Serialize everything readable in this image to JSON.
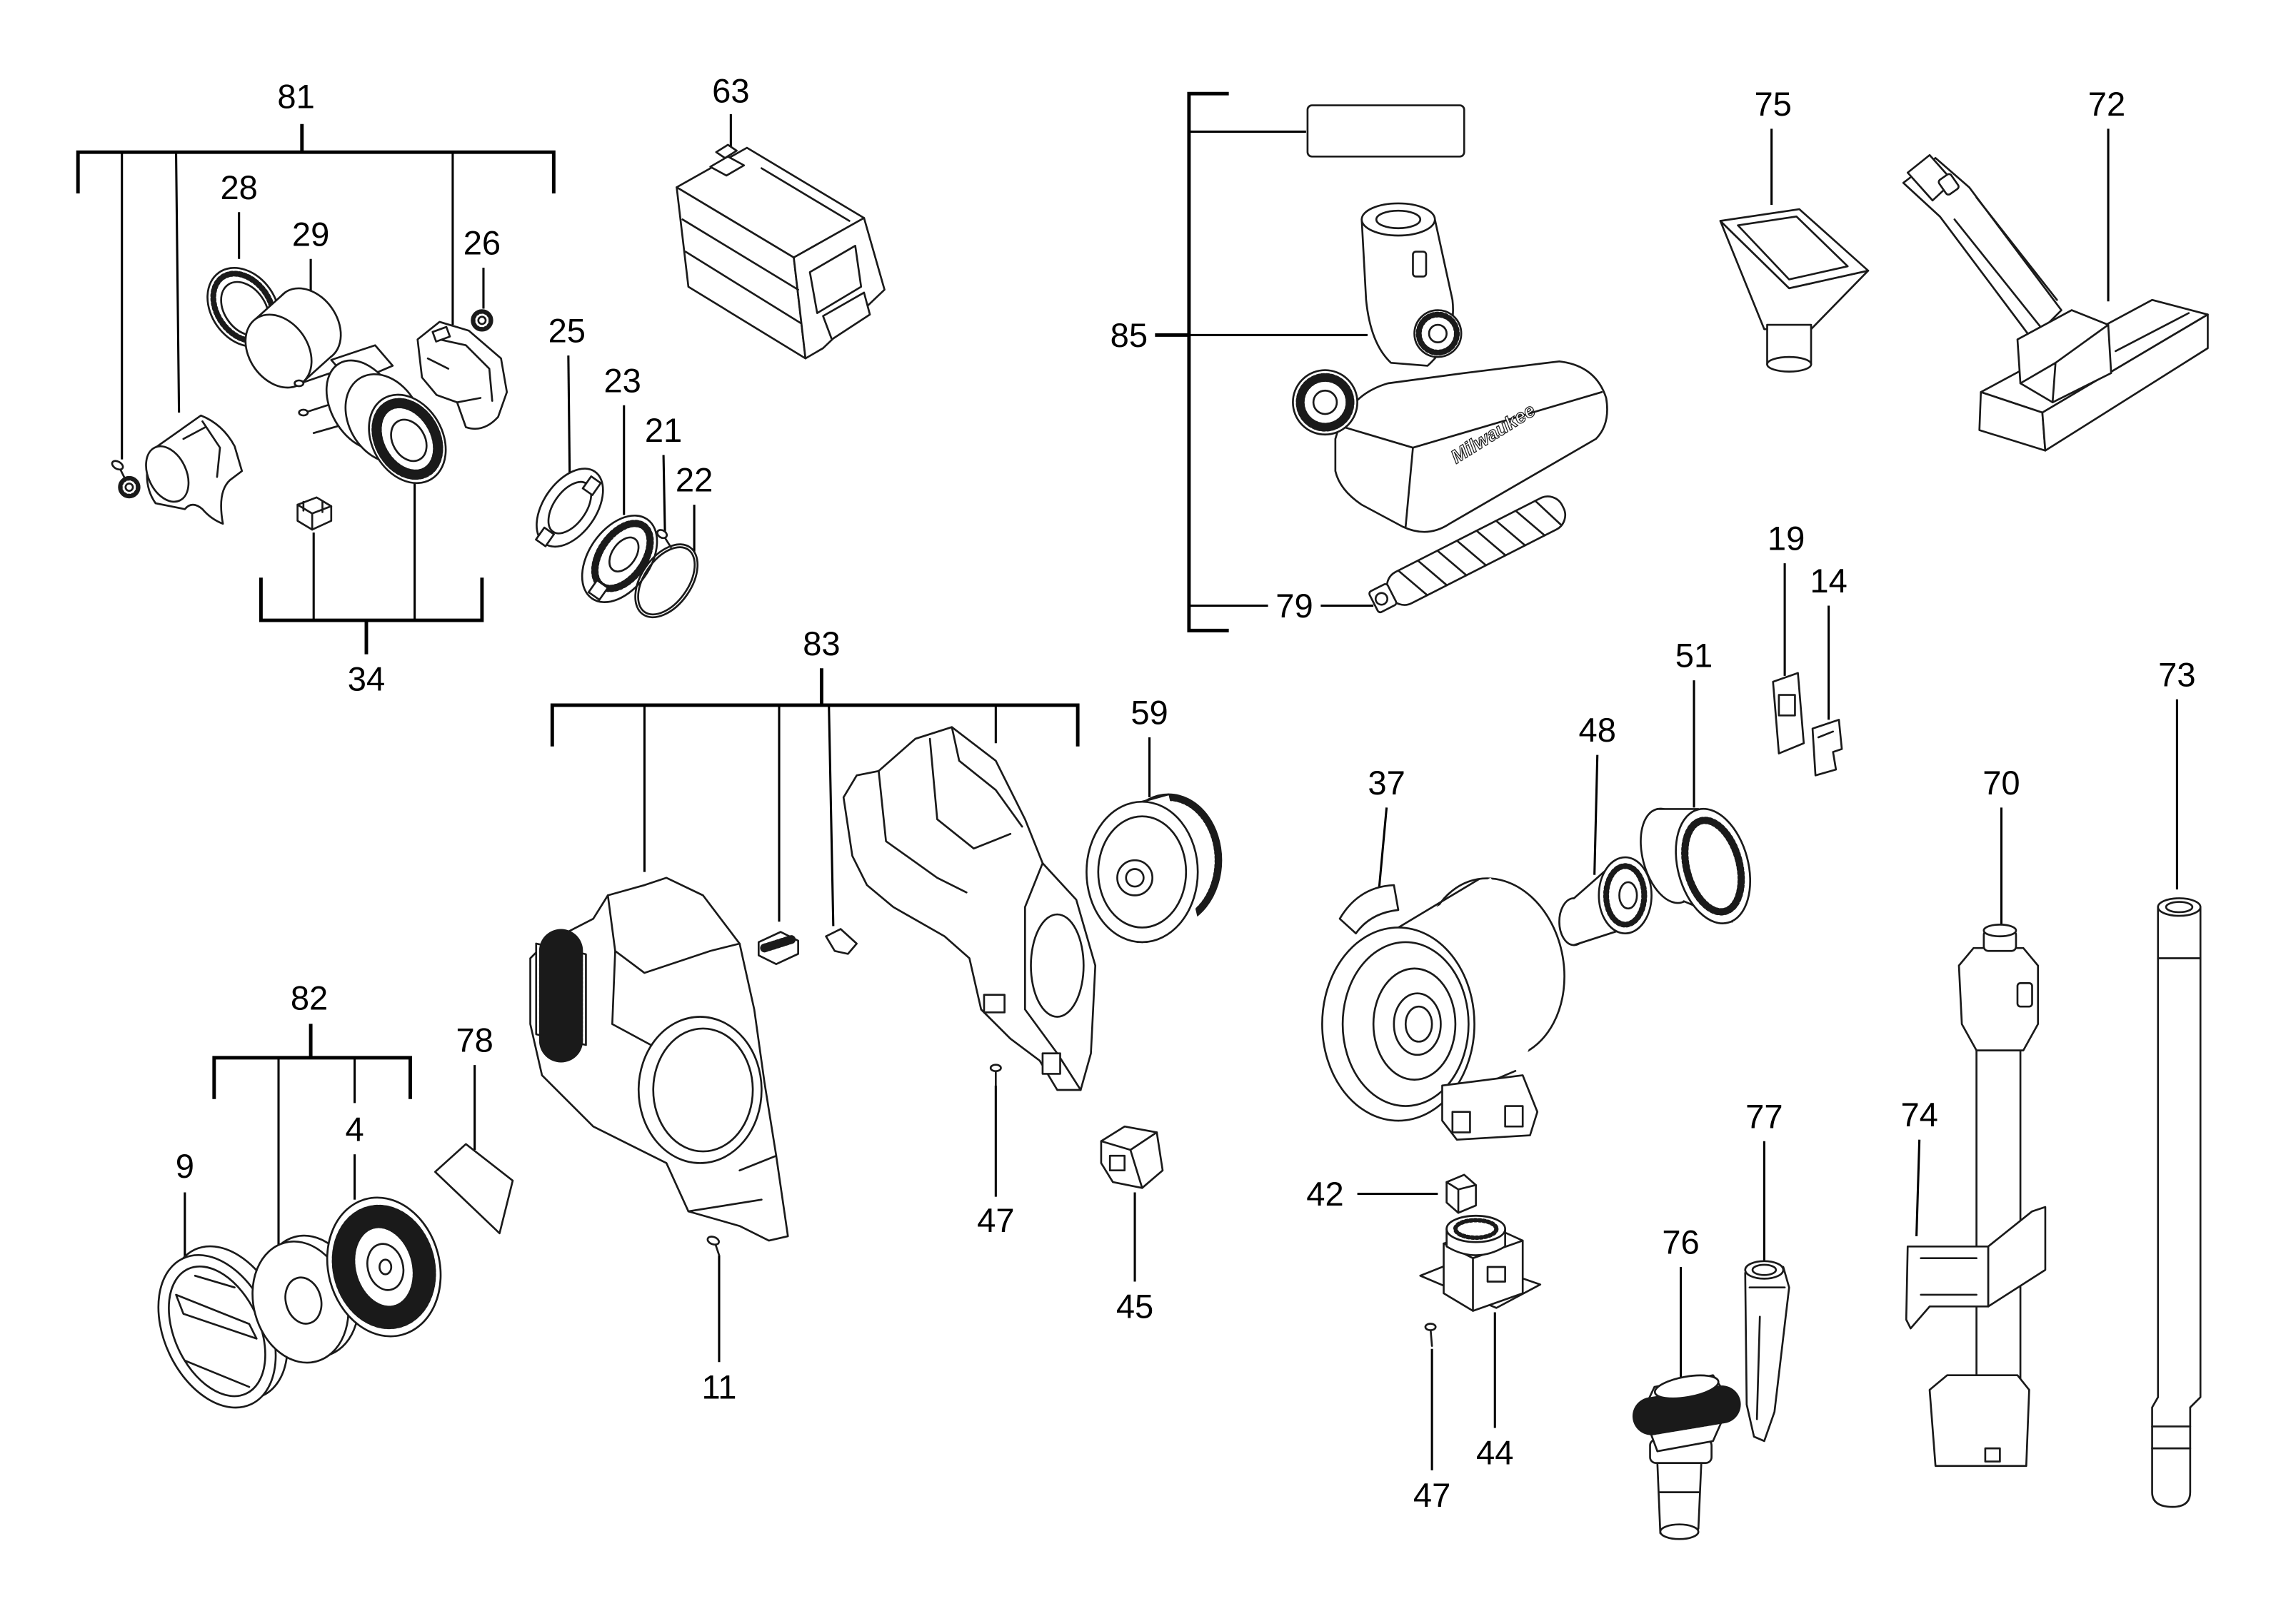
{
  "callouts": [
    "81",
    "28",
    "29",
    "26",
    "34",
    "63",
    "25",
    "23",
    "21",
    "22",
    "85",
    "79",
    "75",
    "72",
    "19",
    "14",
    "51",
    "48",
    "37",
    "73",
    "70",
    "83",
    "59",
    "82",
    "78",
    "9",
    "4",
    "47",
    "11",
    "45",
    "42",
    "44",
    "47",
    "77",
    "76",
    "74"
  ],
  "brand_logo": "Milwaukee",
  "colors": {
    "line": "#1a1a1a",
    "background": "#ffffff"
  }
}
